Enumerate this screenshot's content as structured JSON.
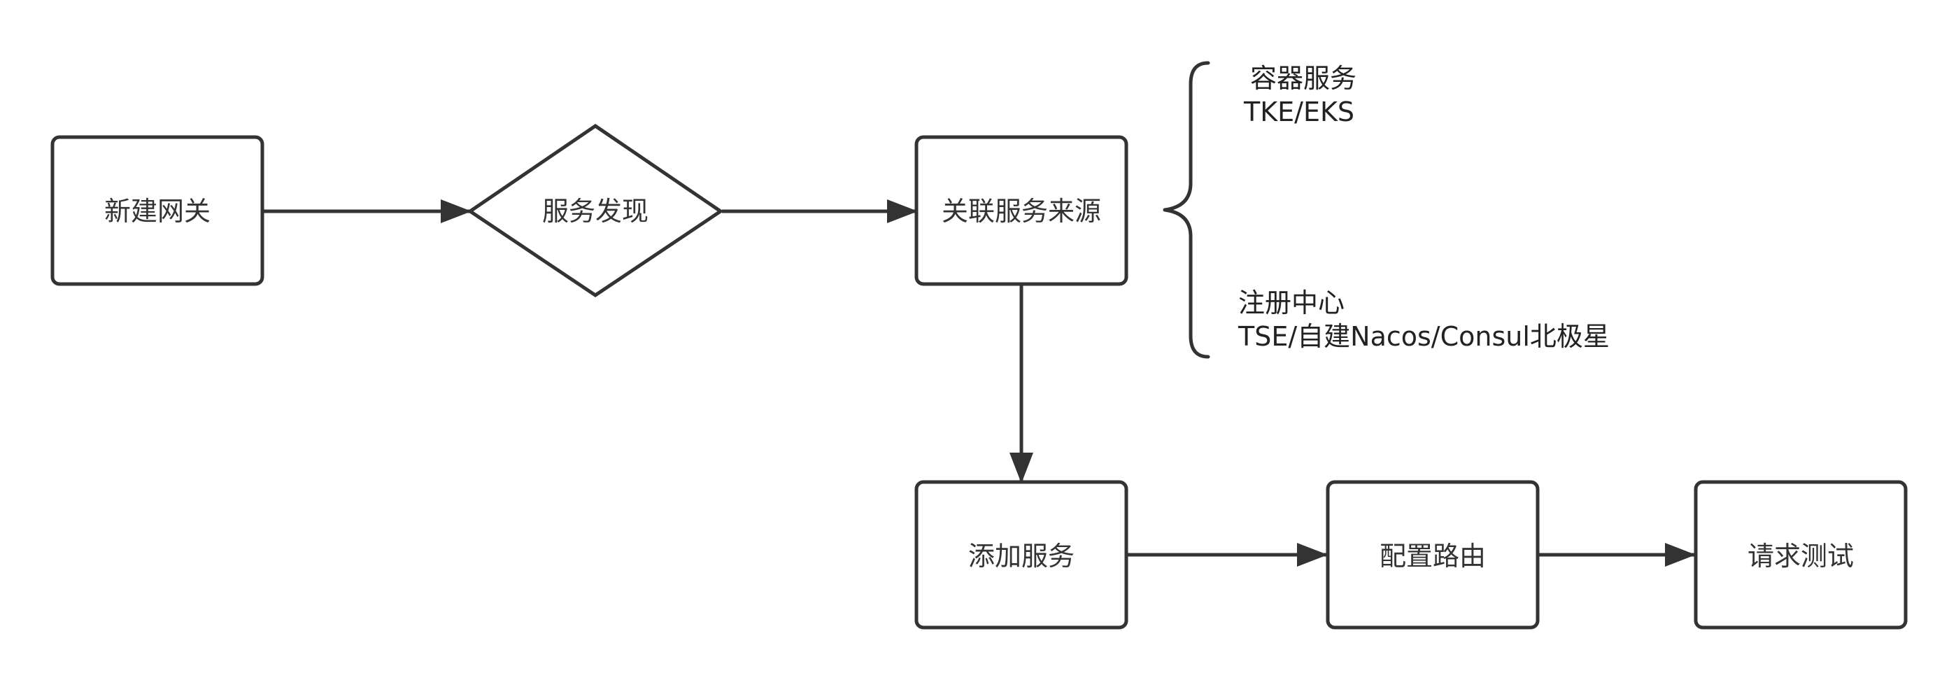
{
  "diagram": {
    "nodes": {
      "create_gateway": "新建网关",
      "service_discovery": "服务发现",
      "link_service_source": "关联服务来源",
      "add_service": "添加服务",
      "configure_route": "配置路由",
      "request_test": "请求测试"
    },
    "notes": {
      "container_title": "容器服务",
      "container_detail": "TKE/EKS",
      "registry_title": "注册中心",
      "registry_detail": "TSE/自建Nacos/Consul北极星"
    },
    "colors": {
      "stroke": "#333333",
      "text": "#333333",
      "background": "#ffffff"
    }
  }
}
